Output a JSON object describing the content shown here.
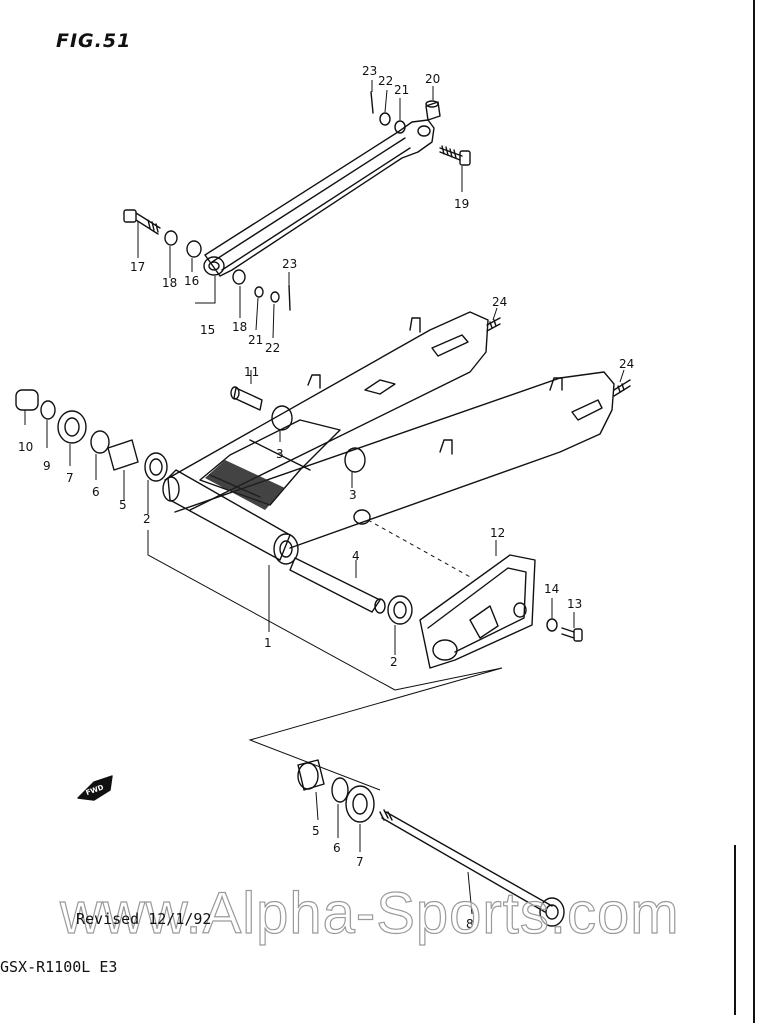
{
  "figure": {
    "title": "FIG.51",
    "revised": "Revised 12/1/92",
    "model": "GSX-R1100L E3",
    "watermark": "www.Alpha-Sports.com",
    "fwd_label": "FWD"
  },
  "callouts": [
    {
      "id": "c23a",
      "text": "23"
    },
    {
      "id": "c22a",
      "text": "22"
    },
    {
      "id": "c21a",
      "text": "21"
    },
    {
      "id": "c20",
      "text": "20"
    },
    {
      "id": "c19",
      "text": "19"
    },
    {
      "id": "c17",
      "text": "17"
    },
    {
      "id": "c18a",
      "text": "18"
    },
    {
      "id": "c16",
      "text": "16"
    },
    {
      "id": "c15",
      "text": "15"
    },
    {
      "id": "c18b",
      "text": "18"
    },
    {
      "id": "c21b",
      "text": "21"
    },
    {
      "id": "c22b",
      "text": "22"
    },
    {
      "id": "c23b",
      "text": "23"
    },
    {
      "id": "c24a",
      "text": "24"
    },
    {
      "id": "c24b",
      "text": "24"
    },
    {
      "id": "c11",
      "text": "11"
    },
    {
      "id": "c10",
      "text": "10"
    },
    {
      "id": "c9",
      "text": "9"
    },
    {
      "id": "c7a",
      "text": "7"
    },
    {
      "id": "c6a",
      "text": "6"
    },
    {
      "id": "c5a",
      "text": "5"
    },
    {
      "id": "c2a",
      "text": "2"
    },
    {
      "id": "c3a",
      "text": "3"
    },
    {
      "id": "c3b",
      "text": "3"
    },
    {
      "id": "c4",
      "text": "4"
    },
    {
      "id": "c1",
      "text": "1"
    },
    {
      "id": "c2b",
      "text": "2"
    },
    {
      "id": "c12",
      "text": "12"
    },
    {
      "id": "c14",
      "text": "14"
    },
    {
      "id": "c13",
      "text": "13"
    },
    {
      "id": "c5b",
      "text": "5"
    },
    {
      "id": "c6b",
      "text": "6"
    },
    {
      "id": "c7b",
      "text": "7"
    },
    {
      "id": "c8",
      "text": "8"
    }
  ]
}
